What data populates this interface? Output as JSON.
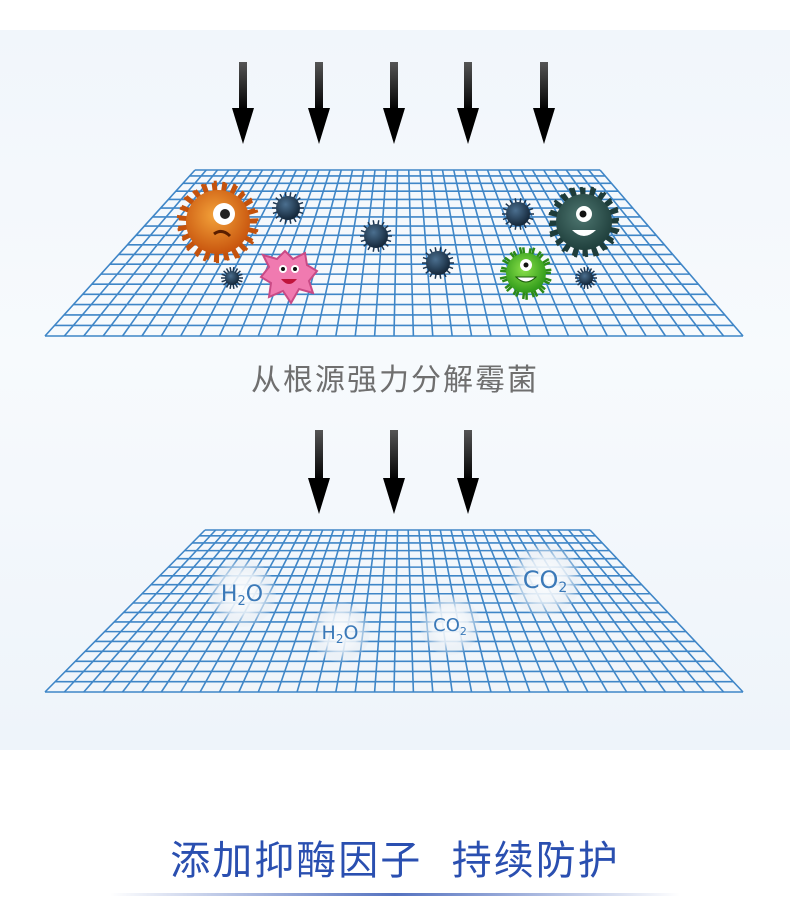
{
  "labels": {
    "middle_caption": "从根源强力分解霉菌",
    "bottom_title": "添加抑酶因子  持续防护"
  },
  "molecules": [
    {
      "base": "H",
      "sub": "2",
      "tail": "O"
    },
    {
      "base": "H",
      "sub": "2",
      "tail": "O"
    },
    {
      "base": "CO",
      "sub": "2",
      "tail": ""
    },
    {
      "base": "CO",
      "sub": "2",
      "tail": ""
    }
  ],
  "colors": {
    "grid": "#3f86c7",
    "arrow": "#111111",
    "caption_gray": "#6f6f6f",
    "title_blue": "#2a4fb0"
  },
  "icons": [
    "arrow-down-icon",
    "mold-germ-icon",
    "spore-icon",
    "molecule-bubble-icon"
  ]
}
